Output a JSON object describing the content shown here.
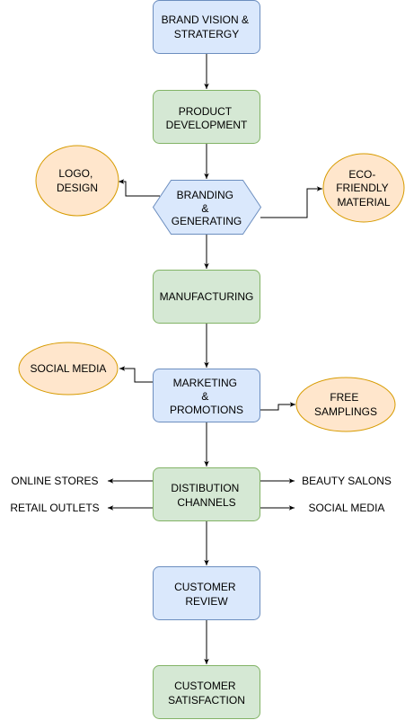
{
  "colors": {
    "blue_fill": "#dae8fc",
    "blue_stroke": "#6c8ebf",
    "green_fill": "#d5e8d4",
    "green_stroke": "#82b366",
    "orange_fill": "#ffe6cc",
    "orange_stroke": "#d79b00",
    "edge": "#000000"
  },
  "nodes": {
    "brand_vision": {
      "lines": [
        "BRAND VISION &",
        "STRATERGY"
      ]
    },
    "product_development": {
      "lines": [
        "PRODUCT",
        "DEVELOPMENT"
      ]
    },
    "branding": {
      "lines": [
        "BRANDING",
        "&",
        "GENERATING"
      ]
    },
    "logo_design": {
      "lines": [
        "LOGO,",
        "DESIGN"
      ]
    },
    "eco_friendly": {
      "lines": [
        "ECO-",
        "FRIENDLY",
        "MATERIAL"
      ]
    },
    "manufacturing": {
      "lines": [
        "MANUFACTURING"
      ]
    },
    "marketing": {
      "lines": [
        "MARKETING",
        "&",
        "PROMOTIONS"
      ]
    },
    "social_media_bubble": {
      "lines": [
        "SOCIAL MEDIA"
      ]
    },
    "free_samplings": {
      "lines": [
        "FREE",
        "SAMPLINGS"
      ]
    },
    "distribution": {
      "lines": [
        "DISTIBUTION",
        "CHANNELS"
      ]
    },
    "customer_review": {
      "lines": [
        "CUSTOMER",
        "REVIEW"
      ]
    },
    "customer_satisfaction": {
      "lines": [
        "CUSTOMER",
        "SATISFACTION"
      ]
    }
  },
  "channels": {
    "online_stores": "ONLINE STORES",
    "retail_outlets": "RETAIL OUTLETS",
    "beauty_salons": "BEAUTY SALONS",
    "social_media": "SOCIAL MEDIA"
  }
}
